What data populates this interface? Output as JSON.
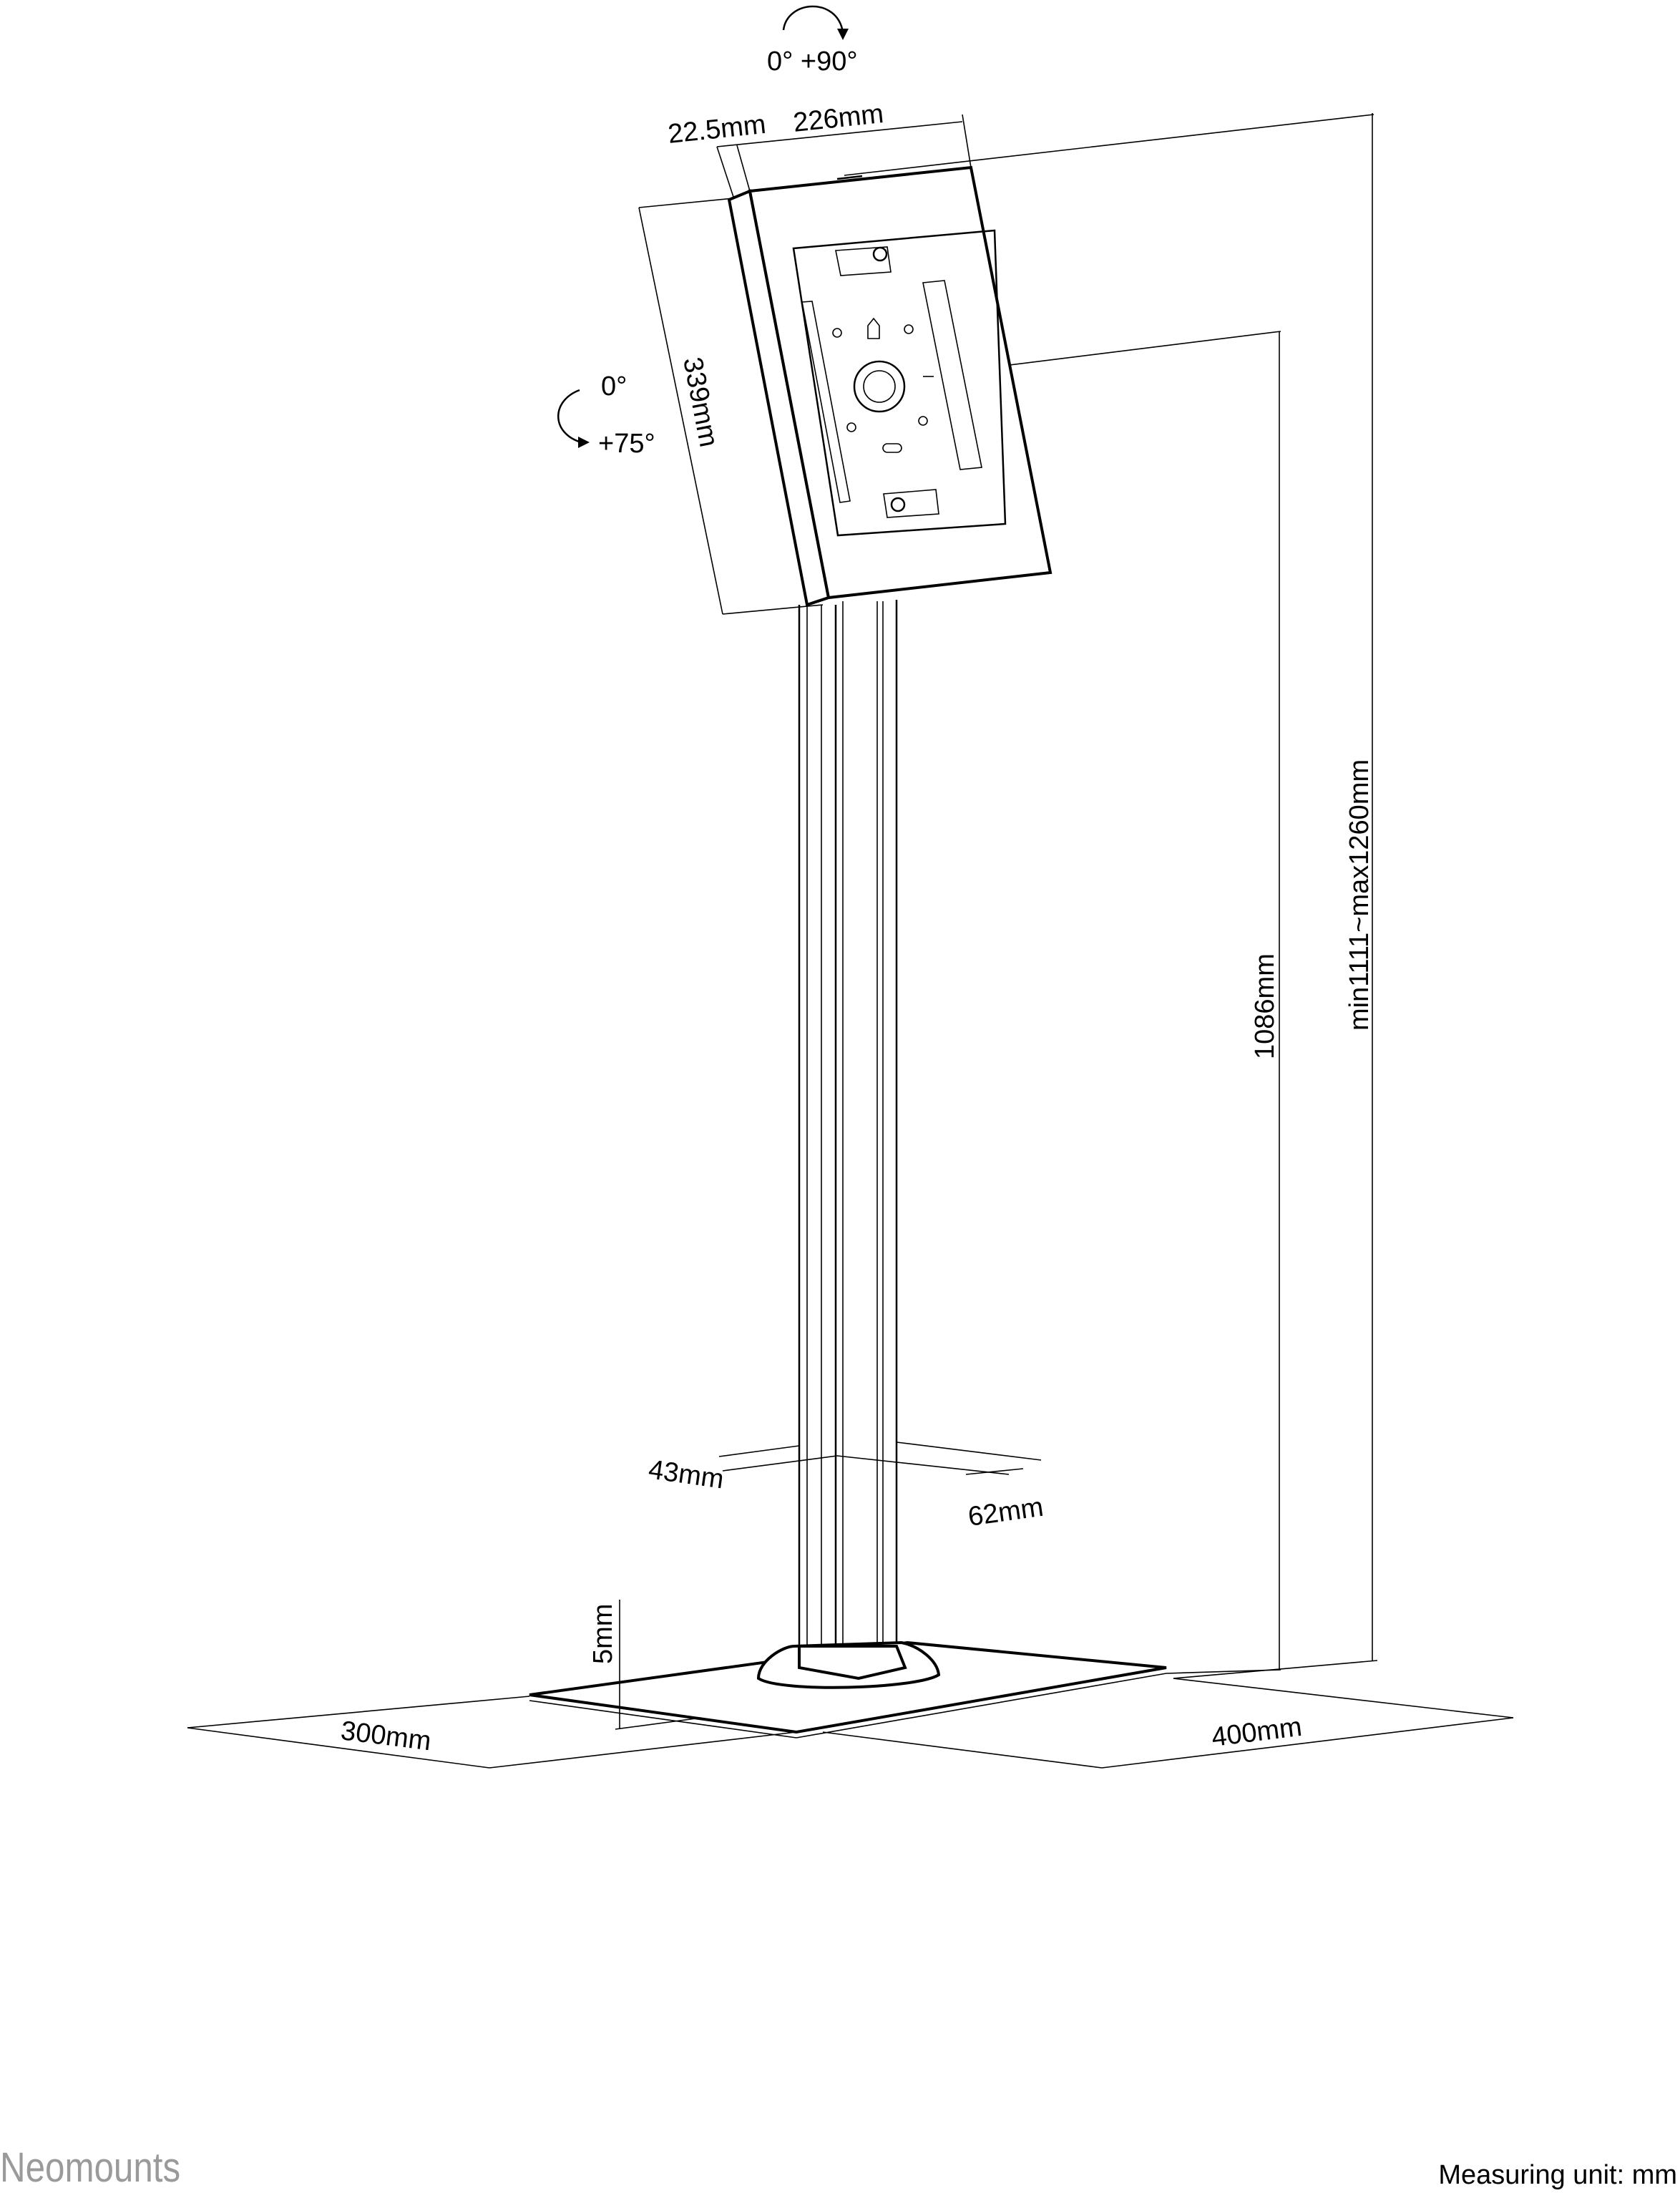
{
  "diagram": {
    "rotation_top": "0°  +90°",
    "rotation_side_start": "0°",
    "rotation_side_end": "+75°",
    "dim_depth": "22.5mm",
    "dim_width": "226mm",
    "dim_height": "339mm",
    "dim_center_height": "1086mm",
    "dim_total_height": "min1111~max1260mm",
    "dim_pole_depth": "43mm",
    "dim_pole_width": "62mm",
    "dim_base_thickness": "5mm",
    "dim_base_depth": "300mm",
    "dim_base_width": "400mm"
  },
  "footer": {
    "brand": "Neomounts",
    "measuring_unit": "Measuring unit: mm"
  },
  "colors": {
    "line": "#000000",
    "brand": "#9a9a9a"
  }
}
